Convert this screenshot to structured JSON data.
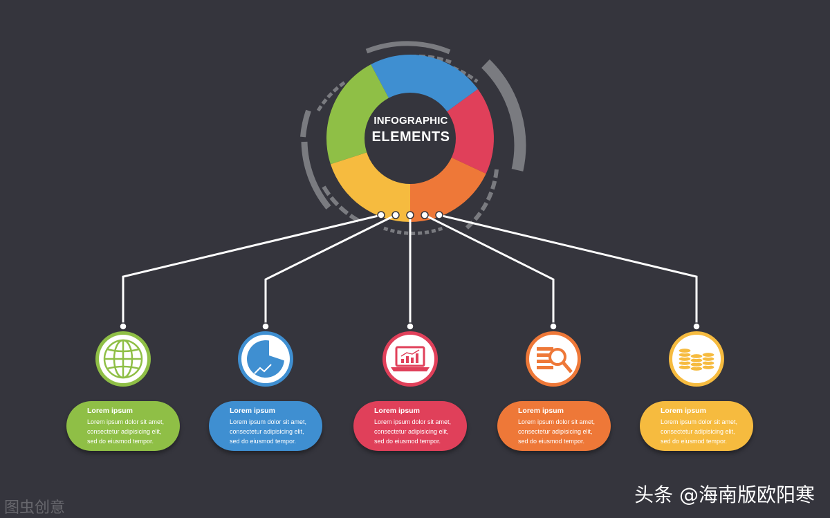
{
  "title": {
    "line1": "INFOGRAPHIC",
    "line2": "ELEMENTS"
  },
  "colors": {
    "background": "#35353d",
    "ring_gray": "#7a7b80",
    "blue": "#3f8fd1",
    "red": "#e0405a",
    "orange": "#ee7838",
    "yellow": "#f6bb3f",
    "green": "#8fbf46"
  },
  "items": [
    {
      "heading": "Lorem ipsum",
      "text1": "Lorem ipsum dolor sit amet,",
      "text2": "consectetur adipisicing elit,",
      "text3": "sed do eiusmod tempor.",
      "icon": "globe-icon",
      "color": "#8fbf46"
    },
    {
      "heading": "Lorem ipsum",
      "text1": "Lorem ipsum dolor sit amet,",
      "text2": "consectetur adipisicing elit,",
      "text3": "sed do eiusmod tempor.",
      "icon": "pie-chart-icon",
      "color": "#3f8fd1"
    },
    {
      "heading": "Lorem ipsum",
      "text1": "Lorem ipsum dolor sit amet,",
      "text2": "consectetur adipisicing elit,",
      "text3": "sed do eiusmod tempor.",
      "icon": "laptop-chart-icon",
      "color": "#e0405a"
    },
    {
      "heading": "Lorem ipsum",
      "text1": "Lorem ipsum dolor sit amet,",
      "text2": "consectetur adipisicing elit,",
      "text3": "sed do eiusmod tempor.",
      "icon": "magnifier-document-icon",
      "color": "#ee7838"
    },
    {
      "heading": "Lorem ipsum",
      "text1": "Lorem ipsum dolor sit amet,",
      "text2": "consectetur adipisicing elit,",
      "text3": "sed do eiusmod tempor.",
      "icon": "coin-stacks-icon",
      "color": "#f6bb3f"
    }
  ],
  "watermark": {
    "left": "图虫创意",
    "right": "头条 @海南版欧阳寒"
  }
}
